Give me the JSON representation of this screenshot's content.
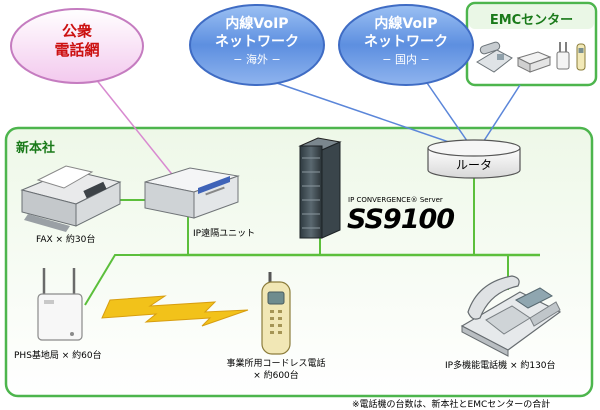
{
  "clouds": {
    "pstn": {
      "line1": "公衆",
      "line2": "電話網"
    },
    "voip_overseas": {
      "line1": "内線VoIP",
      "line2": "ネットワーク",
      "line3": "− 海外 −"
    },
    "voip_domestic": {
      "line1": "内線VoIP",
      "line2": "ネットワーク",
      "line3": "− 国内 −"
    }
  },
  "emc": {
    "title": "EMCセンター"
  },
  "headquarters": {
    "title": "新本社"
  },
  "router": {
    "label": "ルータ"
  },
  "server": {
    "caption": "IP CONVERGENCE® Server",
    "model": "SS9100"
  },
  "devices": {
    "fax": {
      "label": "FAX × 約30台"
    },
    "ip_remote_unit": {
      "label": "IP遠隔ユニット"
    },
    "phs_base": {
      "label": "PHS基地局 × 約60台"
    },
    "cordless": {
      "line1": "事業所用コードレス電話",
      "line2": "× 約600台"
    },
    "ip_phone": {
      "label": "IP多機能電話機 × 約130台"
    }
  },
  "footnote": "※電話機の台数は、新本社とEMCセンターの合計",
  "colors": {
    "green_border": "#4db54d",
    "network_line": "#5cbf3c",
    "pink_cloud": "#e6a0dc",
    "blue_cloud": "#6a9ae6",
    "blue_text": "#ffffff",
    "red_text": "#cc1111",
    "zigzag": "#f2c21a"
  }
}
